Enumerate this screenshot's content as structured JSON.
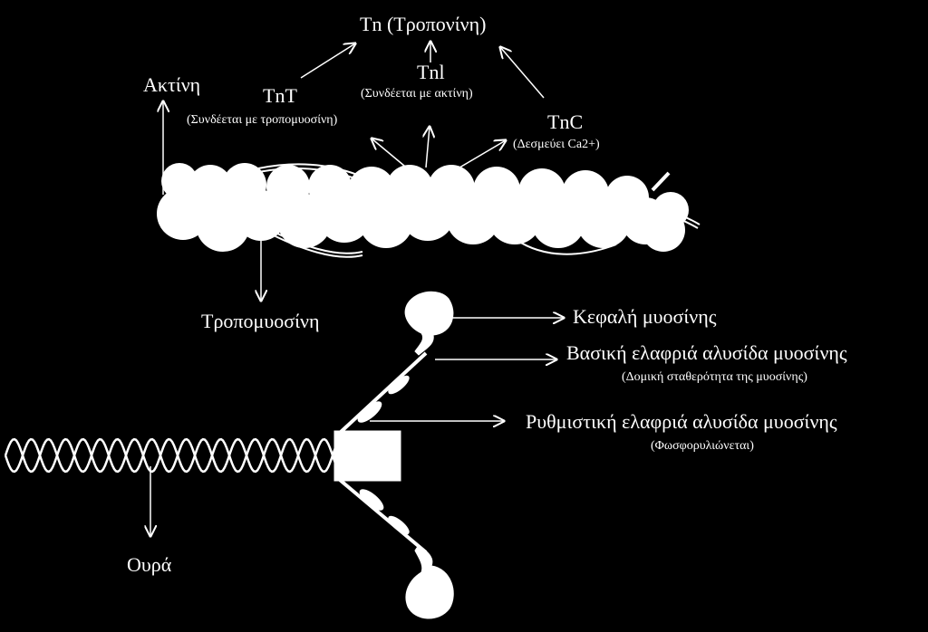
{
  "labels": {
    "troponin": "Tn (Τροπονίνη)",
    "actin": "Ακτίνη",
    "tnt": "TnT",
    "tnt_desc": "(Συνδέεται με τροπομυοσίνη)",
    "tni": "Tnl",
    "tni_desc": "(Συνδέεται με ακτίνη)",
    "tnc": "TnC",
    "tnc_desc": "(Δεσμεύει Ca2+)",
    "tropomyosin": "Τροπομυοσίνη",
    "myosin_head": "Κεφαλή μυοσίνης",
    "essential_light_chain": "Βασική ελαφριά αλυσίδα μυοσίνης",
    "essential_light_chain_desc": "(Δομική σταθερότητα της μυοσίνης)",
    "regulatory_light_chain": "Ρυθμιστική ελαφριά αλυσίδα μυοσίνης",
    "regulatory_light_chain_desc": "(Φωσφορυλιώνεται)",
    "tail": "Ουρά"
  },
  "colors": {
    "background": "#000000",
    "foreground": "#ffffff"
  }
}
